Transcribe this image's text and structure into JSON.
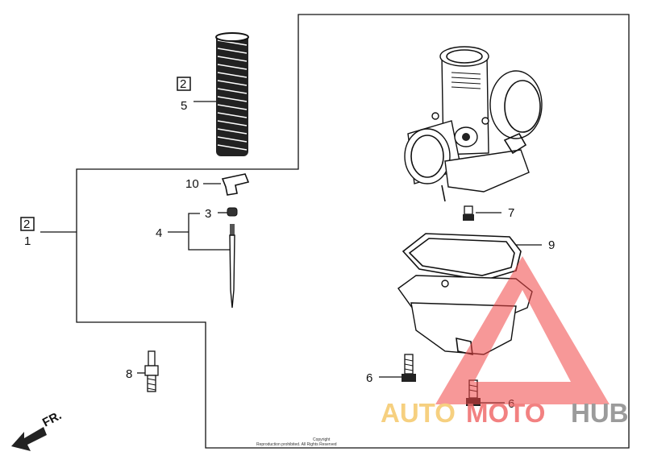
{
  "callouts": {
    "c1": "1",
    "c1_box": "2",
    "c3": "3",
    "c4": "4",
    "c5": "5",
    "c5_box": "2",
    "c6a": "6",
    "c6b": "6",
    "c7": "7",
    "c8": "8",
    "c9": "9",
    "c10": "10"
  },
  "front_arrow_label": "FR.",
  "copyright": {
    "line1": "Copyright",
    "line2": "Reproduction prohibited. All Rights Reserved"
  },
  "watermark": {
    "part1": "AUTO",
    "part2": "MOTO",
    "part3": "HUB",
    "colors": {
      "auto": "#f5c86a",
      "moto": "#f06c6c",
      "hub": "#8a8a8a",
      "triangle": "#ef4444"
    }
  }
}
